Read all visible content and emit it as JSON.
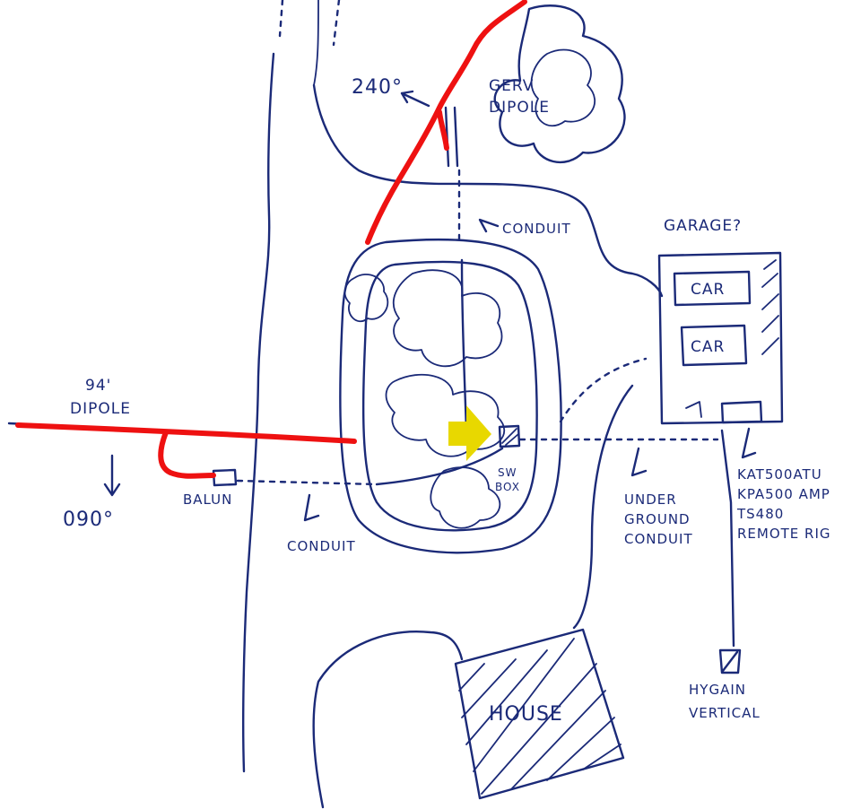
{
  "labels": {
    "bearing_top": "240°",
    "gerv_dipole": [
      "GERV",
      "DIPOLE"
    ],
    "conduit_top": "CONDUIT",
    "garage": "GARAGE?",
    "car_1": "CAR",
    "car_2": "CAR",
    "dipole_length": "94'",
    "dipole_name": "DIPOLE",
    "bearing_left": "090°",
    "balun": "BALUN",
    "conduit_bottom": "CONDUIT",
    "sw_box": [
      "SW",
      "BOX"
    ],
    "underground_conduit": [
      "UNDER",
      "GROUND",
      "CONDUIT"
    ],
    "equipment": [
      "KAT500ATU",
      "KPA500 AMP",
      "TS480",
      "REMOTE RIG"
    ],
    "house": "HOUSE",
    "vertical": [
      "HYGAIN",
      "VERTICAL"
    ]
  },
  "colors": {
    "ink": "#1b2a78",
    "antenna": "#ee1111",
    "arrow": "#e8d800",
    "paper": "#ffffff"
  }
}
